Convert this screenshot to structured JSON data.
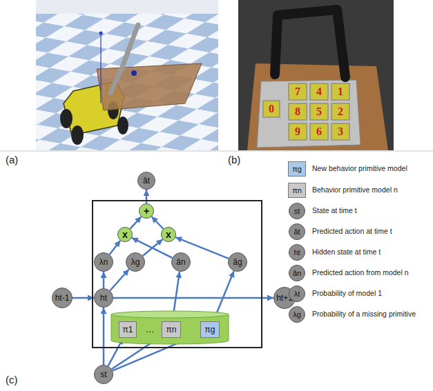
{
  "diagram": {
    "nodes": [
      {
        "text": []
      },
      {
        "text": [
          "ât"
        ]
      },
      {
        "text": [
          "+"
        ],
        "in": 0
      },
      {
        "text": [
          "x"
        ],
        "in": 0
      },
      {
        "text": [
          "x"
        ],
        "in": 0
      },
      {
        "text": [
          "λn"
        ],
        "in": 0
      },
      {
        "text": [
          "λg"
        ],
        "in": 0
      },
      {
        "text": [
          "ân"
        ],
        "in": 0
      },
      {
        "text": [
          "âg"
        ],
        "in": 0
      },
      {
        "text": [
          "ht-1"
        ]
      },
      {
        "text": [
          "ht"
        ],
        "in": 0
      },
      {
        "text": [
          "ht+1"
        ]
      },
      {
        "text": [],
        "in": 0
      },
      {
        "text": [
          "π1"
        ],
        "in": 12
      },
      {
        "text": [
          "πn"
        ],
        "in": 12
      },
      {
        "text": [
          "πg"
        ],
        "in": 12
      },
      {
        "text": [
          "st"
        ]
      }
    ],
    "edges": [
      {
        "from": 2,
        "to": 1,
        "arrow": "to"
      },
      {
        "from": 3,
        "to": 2,
        "arrow": "to"
      },
      {
        "from": 4,
        "to": 2,
        "arrow": "to"
      },
      {
        "from": 5,
        "to": 3,
        "arrow": "to"
      },
      {
        "from": 7,
        "to": 3,
        "arrow": "to"
      },
      {
        "from": 6,
        "to": 4,
        "arrow": "to"
      },
      {
        "from": 8,
        "to": 4,
        "arrow": "to"
      },
      {
        "from": 10,
        "to": 5,
        "arrow": "to"
      },
      {
        "from": 10,
        "to": 6,
        "arrow": "to"
      },
      {
        "from": 9,
        "to": 10,
        "arrow": "to"
      },
      {
        "from": 10,
        "to": 11,
        "arrow": "to"
      },
      {
        "from": 16,
        "to": 10,
        "arrow": "to"
      },
      {
        "from": 16,
        "to": 13,
        "arrow": "to"
      },
      {
        "from": 16,
        "to": 14,
        "arrow": "to"
      },
      {
        "from": 16,
        "to": 15,
        "arrow": "to"
      },
      {
        "from": 14,
        "to": 7,
        "arrow": "to"
      },
      {
        "from": 15,
        "to": 8,
        "arrow": "to"
      }
    ],
    "labels": [
      "(a)",
      "(b)",
      "(c)",
      "7",
      "4",
      "1",
      "0",
      "8",
      "5",
      "2",
      "9",
      "6",
      "3",
      "…",
      "πg",
      "πn",
      "st",
      "ât",
      "ht",
      "ân",
      "λt",
      "λg"
    ],
    "legend": [
      {
        "text": "New behavior primitive model",
        "color": "#a9c8ea"
      },
      {
        "text": "Behavior primitive model n",
        "color": "#c8c8c8"
      },
      {
        "text": "State at time t",
        "color": "#8c8c8c"
      },
      {
        "text": "Predicted action at time t",
        "color": "#8c8c8c"
      },
      {
        "text": "Hidden state at time t",
        "color": "#8c8c8c"
      },
      {
        "text": "Predicted action from model n",
        "color": "#8c8c8c"
      },
      {
        "text": "Probability of model 1",
        "color": "#8c8c8c"
      },
      {
        "text": "Probability of a missing primitive",
        "color": "#8c8c8c"
      }
    ]
  }
}
